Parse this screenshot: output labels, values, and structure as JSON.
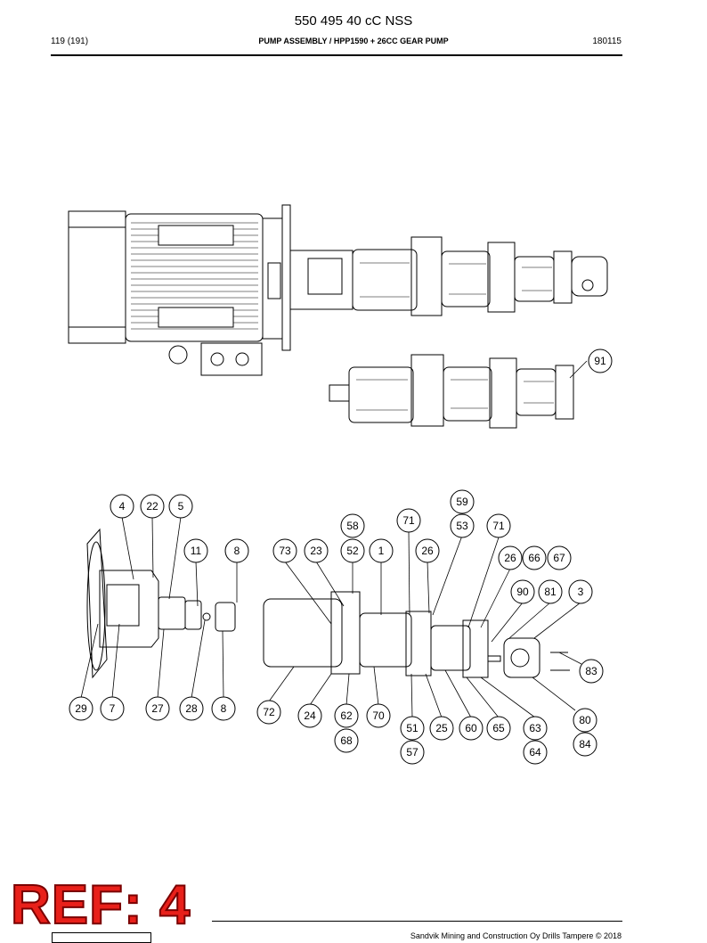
{
  "header": {
    "doc_number": "550 495 40 cC NSS",
    "page": "119 (191)",
    "title": "PUMP ASSEMBLY / HPP1590 + 26CC GEAR PUMP",
    "code": "180115"
  },
  "callouts": [
    {
      "id": "c-91",
      "label": "91"
    },
    {
      "id": "c-59",
      "label": "59"
    },
    {
      "id": "c-4",
      "label": "4"
    },
    {
      "id": "c-22",
      "label": "22"
    },
    {
      "id": "c-5",
      "label": "5"
    },
    {
      "id": "c-71a",
      "label": "71"
    },
    {
      "id": "c-58",
      "label": "58"
    },
    {
      "id": "c-53",
      "label": "53"
    },
    {
      "id": "c-71b",
      "label": "71"
    },
    {
      "id": "c-11",
      "label": "11"
    },
    {
      "id": "c-8a",
      "label": "8"
    },
    {
      "id": "c-73",
      "label": "73"
    },
    {
      "id": "c-23",
      "label": "23"
    },
    {
      "id": "c-52",
      "label": "52"
    },
    {
      "id": "c-1",
      "label": "1"
    },
    {
      "id": "c-26a",
      "label": "26"
    },
    {
      "id": "c-26b",
      "label": "26"
    },
    {
      "id": "c-66",
      "label": "66"
    },
    {
      "id": "c-67",
      "label": "67"
    },
    {
      "id": "c-90",
      "label": "90"
    },
    {
      "id": "c-81",
      "label": "81"
    },
    {
      "id": "c-3",
      "label": "3"
    },
    {
      "id": "c-83",
      "label": "83"
    },
    {
      "id": "c-29",
      "label": "29"
    },
    {
      "id": "c-7",
      "label": "7"
    },
    {
      "id": "c-27",
      "label": "27"
    },
    {
      "id": "c-28",
      "label": "28"
    },
    {
      "id": "c-8b",
      "label": "8"
    },
    {
      "id": "c-72",
      "label": "72"
    },
    {
      "id": "c-24",
      "label": "24"
    },
    {
      "id": "c-62",
      "label": "62"
    },
    {
      "id": "c-70",
      "label": "70"
    },
    {
      "id": "c-80",
      "label": "80"
    },
    {
      "id": "c-68",
      "label": "68"
    },
    {
      "id": "c-51",
      "label": "51"
    },
    {
      "id": "c-25",
      "label": "25"
    },
    {
      "id": "c-60",
      "label": "60"
    },
    {
      "id": "c-65",
      "label": "65"
    },
    {
      "id": "c-63",
      "label": "63"
    },
    {
      "id": "c-84",
      "label": "84"
    },
    {
      "id": "c-57",
      "label": "57"
    },
    {
      "id": "c-64",
      "label": "64"
    }
  ],
  "stamp": {
    "text": "REF: 4",
    "color": "#e8201a"
  },
  "footer": {
    "text": "Sandvik Mining and Construction Oy Drills Tampere © 2018"
  }
}
